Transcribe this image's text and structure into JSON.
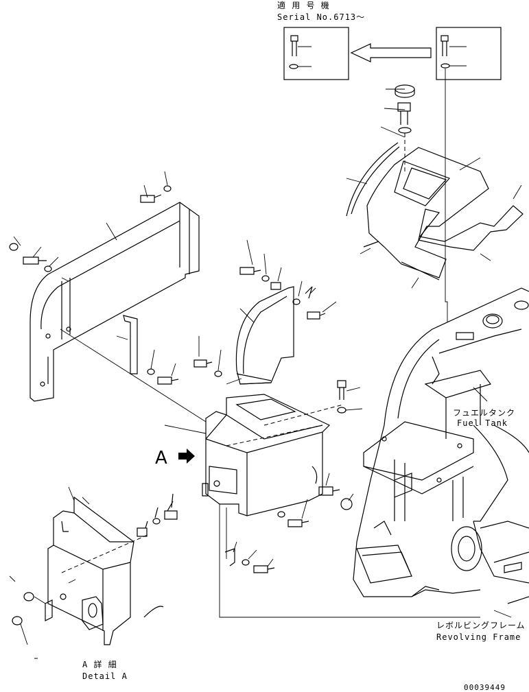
{
  "serial_block": {
    "title_jp": "適 用 号 機",
    "serial": "Serial No.6713～"
  },
  "fuel_tank": {
    "jp": "フュエルタンク",
    "en": "Fuel Tank"
  },
  "revolving_frame": {
    "jp": "レボルビングフレーム",
    "en": "Revolving Frame"
  },
  "view_marker": "A",
  "detail": {
    "jp": "A 詳 細",
    "en": "Detail A"
  },
  "drawing_number": "00039449"
}
